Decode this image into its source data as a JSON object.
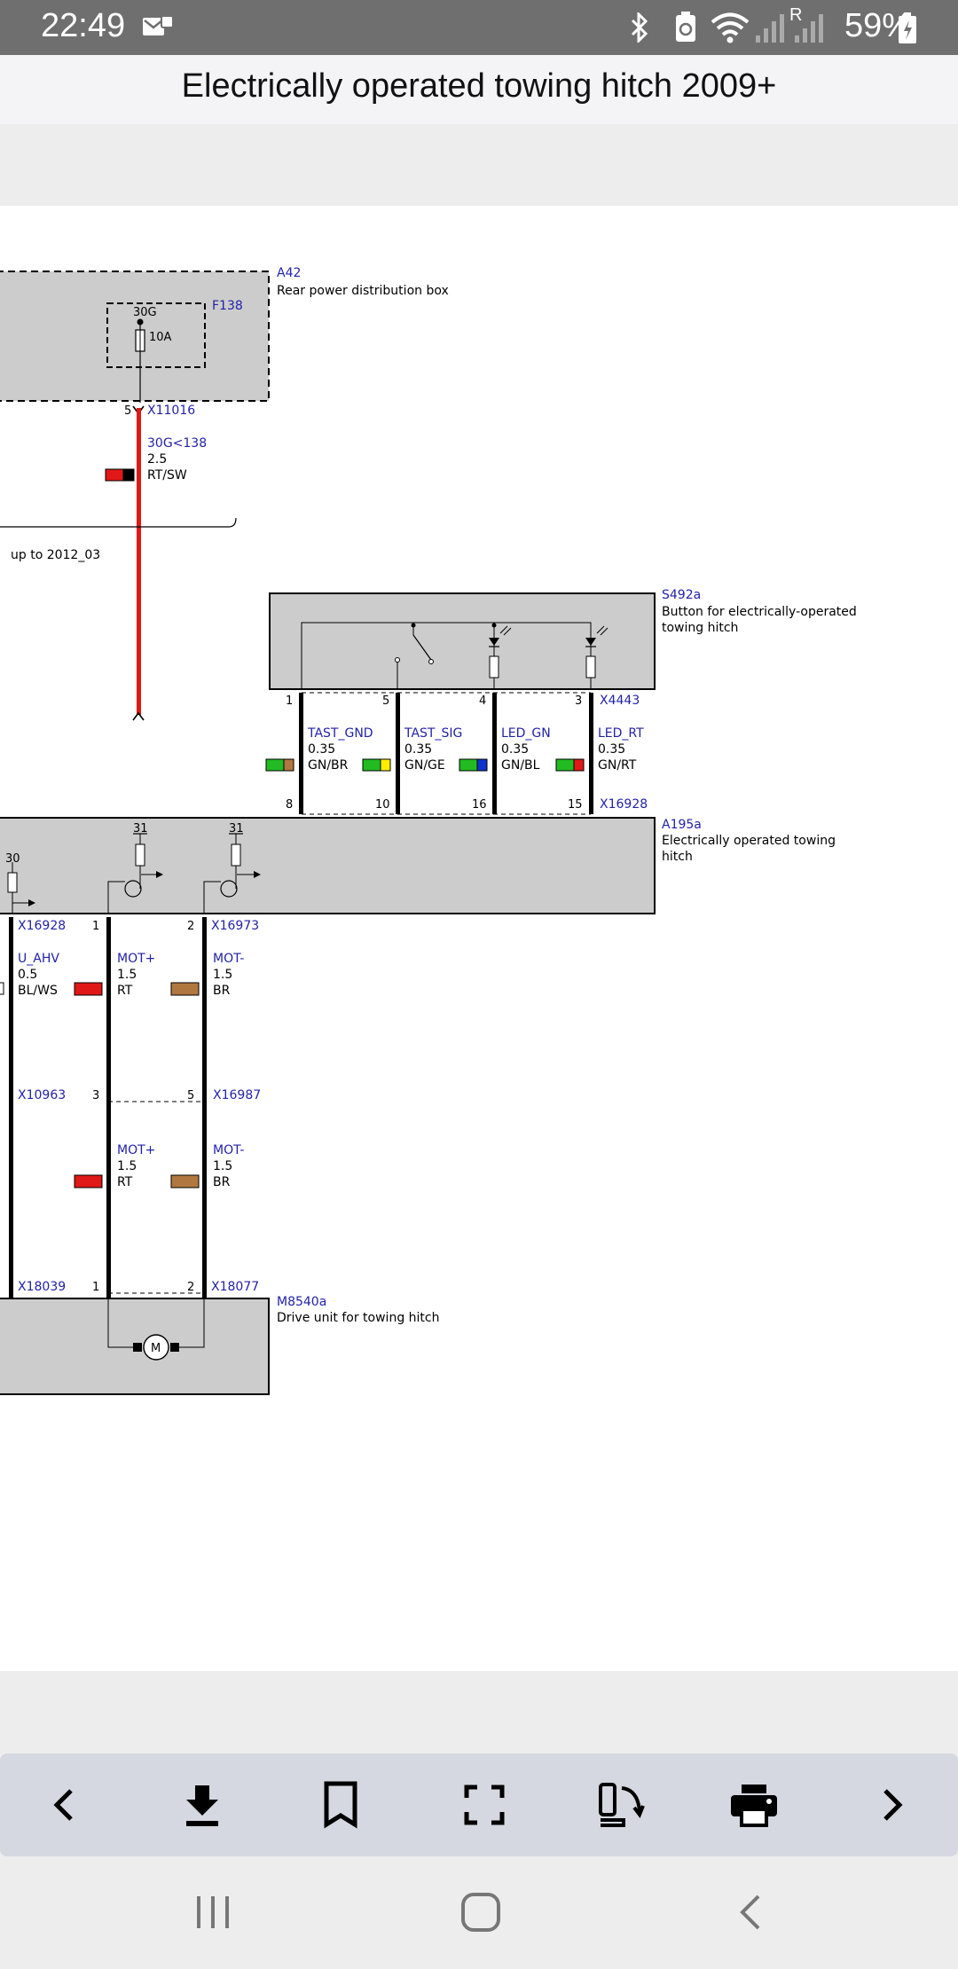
{
  "status_bar": {
    "time": "22:49",
    "battery": "59%",
    "icons": [
      "message-notification-icon",
      "bluetooth-icon",
      "battery-saver-icon",
      "wifi-icon",
      "signal-icon",
      "roaming-signal-icon",
      "battery-icon"
    ],
    "roaming_label": "R"
  },
  "title": "Electrically operated towing hitch 2009+",
  "diagram": {
    "a42": {
      "id": "A42",
      "desc": "Rear power distribution box"
    },
    "f138": {
      "id": "F138",
      "terminal": "30G",
      "rating": "10A"
    },
    "x11016": {
      "pin": "5",
      "id": "X11016"
    },
    "wire_30g": {
      "name": "30G<138",
      "size": "2.5",
      "color": "RT/SW"
    },
    "variant_note": "up to 2012_03",
    "s492a": {
      "id": "S492a",
      "desc_line1": "Button for electrically-operated",
      "desc_line2": "towing hitch"
    },
    "x4443": {
      "id": "X4443",
      "pins": [
        "1",
        "5",
        "4",
        "3"
      ]
    },
    "upper_wires": [
      {
        "name": "TAST_GND",
        "size": "0.35",
        "color": "GN/BR",
        "color_a": "#22bb22",
        "color_b": "#b07840"
      },
      {
        "name": "TAST_SIG",
        "size": "0.35",
        "color": "GN/GE",
        "color_a": "#22bb22",
        "color_b": "#ffee00"
      },
      {
        "name": "LED_GN",
        "size": "0.35",
        "color": "GN/BL",
        "color_a": "#22bb22",
        "color_b": "#1133cc"
      },
      {
        "name": "LED_RT",
        "size": "0.35",
        "color": "GN/RT",
        "color_a": "#22bb22",
        "color_b": "#e01818"
      }
    ],
    "x16928_top": {
      "id": "X16928",
      "pins": [
        "8",
        "10",
        "16",
        "15"
      ]
    },
    "a195a": {
      "id": "A195a",
      "desc_line1": "Electrically operated towing",
      "desc_line2": "hitch",
      "terminal_30": "30",
      "ground_31a": "31",
      "ground_31b": "31"
    },
    "x16928_bottom": {
      "id": "X16928"
    },
    "x16973": {
      "id": "X16973",
      "pins": [
        "1",
        "2"
      ]
    },
    "wire_u_ahv": {
      "name": "U_AHV",
      "size": "0.5",
      "color": "BL/WS"
    },
    "mid_wires": [
      {
        "name": "MOT+",
        "size": "1.5",
        "color": "RT",
        "swatch": "#e01818"
      },
      {
        "name": "MOT-",
        "size": "1.5",
        "color": "BR",
        "swatch": "#b07840"
      }
    ],
    "x10963": {
      "id": "X10963"
    },
    "x16987": {
      "id": "X16987",
      "pins": [
        "3",
        "5"
      ]
    },
    "low_wires": [
      {
        "name": "MOT+",
        "size": "1.5",
        "color": "RT",
        "swatch": "#e01818"
      },
      {
        "name": "MOT-",
        "size": "1.5",
        "color": "BR",
        "swatch": "#b07840"
      }
    ],
    "x18039": {
      "id": "X18039"
    },
    "x18077": {
      "id": "X18077",
      "pins": [
        "1",
        "2"
      ]
    },
    "m8540a": {
      "id": "M8540a",
      "desc": "Drive unit for towing hitch",
      "motor_symbol": "M"
    }
  },
  "toolbar": {
    "buttons": [
      "previous-page",
      "download",
      "bookmark",
      "fullscreen",
      "rotate-screen",
      "print",
      "next-page"
    ]
  },
  "navbar": {
    "buttons": [
      "recent-apps",
      "home",
      "back"
    ]
  },
  "colors": {
    "status_bar_bg": "#6f6f6f",
    "diagram_link": "#2222aa",
    "module_fill": "#cccccc",
    "toolbar_bg": "#d5d8e0"
  }
}
